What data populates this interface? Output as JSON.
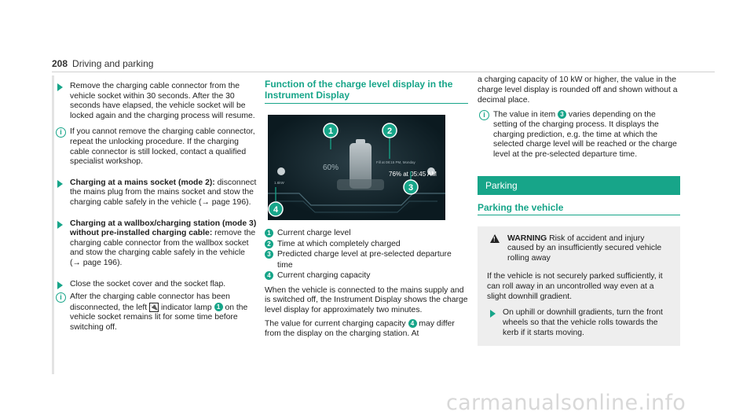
{
  "header": {
    "page_number": "208",
    "section": "Driving and parking"
  },
  "col1": {
    "step1": "Remove the charging cable connector from the vehicle socket within 30 seconds. After the 30 seconds have elapsed, the vehicle socket will be locked again and the charging process will resume.",
    "note1": "If you cannot remove the charging cable connector, repeat the unlocking procedure. If the charging cable connector is still locked, contact a qualified specialist workshop.",
    "step2_bold": "Charging at a mains socket (mode 2):",
    "step2_text": " disconnect the mains plug from the mains socket and stow the charging cable safely in the vehicle (→ page 196).",
    "step3_bold": "Charging at a wallbox/charging station (mode 3) without pre-installed charging cable:",
    "step3_text": " remove the charging cable connector from the wallbox socket and stow the charging cable safely in the vehicle (→ page 196).",
    "step4": "Close the socket cover and the socket flap.",
    "note2_a": "After the charging cable connector has been disconnected, the left ",
    "note2_b": " indicator lamp ",
    "note2_c": " on the vehicle socket remains lit for some time before switching off.",
    "note2_badge": "1"
  },
  "col2": {
    "title": "Function of the charge level display in the Instrument Display",
    "display": {
      "percent": "60%",
      "time_small": "Fill at 08:15 PM, Monday",
      "predicted": "76% at 05:45 AM",
      "capacity": "1.6kW",
      "callouts": [
        "1",
        "2",
        "3",
        "4"
      ]
    },
    "legend": [
      {
        "num": "1",
        "text": "Current charge level"
      },
      {
        "num": "2",
        "text": "Time at which completely charged"
      },
      {
        "num": "3",
        "text": "Predicted charge level at pre-selected departure time"
      },
      {
        "num": "4",
        "text": "Current charging capacity"
      }
    ],
    "para1": "When the vehicle is connected to the mains supply and is switched off, the Instrument Display shows the charge level display for approximately two minutes.",
    "para2_a": "The value for current charging capacity ",
    "para2_badge": "4",
    "para2_b": " may differ from the display on the charging station. At"
  },
  "col3": {
    "para1": "a charging capacity of 10 kW or higher, the value in the charge level display is rounded off and shown without a decimal place.",
    "note_a": "The value in item ",
    "note_badge": "3",
    "note_b": " varies depending on the setting of the charging process. It displays the charging prediction, e.g. the time at which the selected charge level will be reached or the charge level at the pre-selected departure time.",
    "bar": "Parking",
    "subtitle": "Parking the vehicle",
    "warning_label": "WARNING",
    "warning_text": " Risk of accident and injury caused by an insufficiently secured vehicle rolling away",
    "warning_body": "If the vehicle is not securely parked sufficiently, it can roll away in an uncontrolled way even at a slight downhill gradient.",
    "step": "On uphill or downhill gradients, turn the front wheels so that the vehicle rolls towards the kerb if it starts moving."
  },
  "watermark": "carmanualsonline.info",
  "colors": {
    "accent": "#17a589",
    "display_bg": "#0b1a20"
  }
}
